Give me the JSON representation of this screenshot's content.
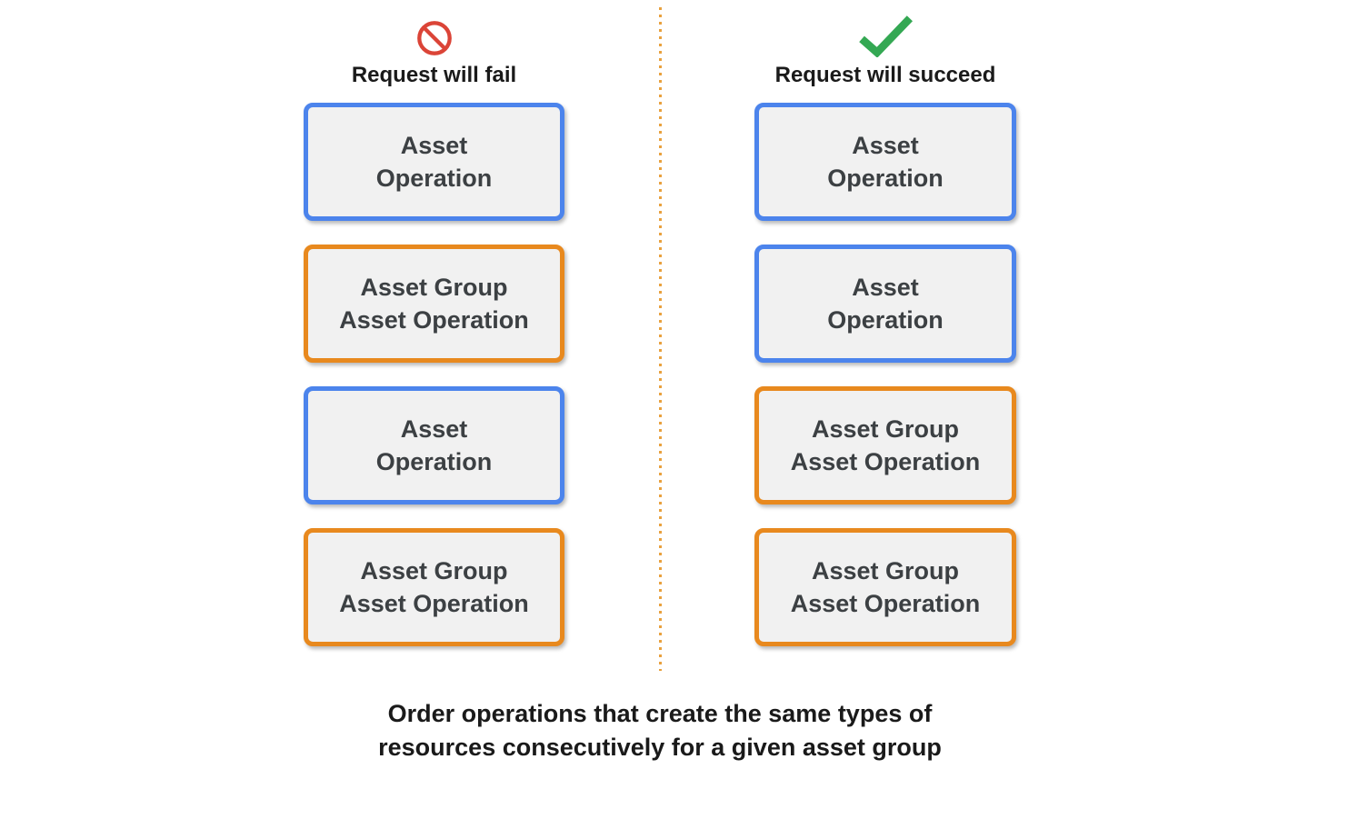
{
  "colors": {
    "blue_border": "#4c84ec",
    "orange_border": "#e8891e",
    "box_fill": "#f1f1f1",
    "box_text": "#3c4043",
    "fail_icon_red": "#db4437",
    "success_icon_green": "#34a853",
    "divider_orange": "#e9a13e",
    "heading_text": "#1a1a1a"
  },
  "fail_column": {
    "icon": "prohibited-icon",
    "title": "Request will fail",
    "boxes": [
      {
        "kind": "asset-op",
        "text": "Asset\nOperation"
      },
      {
        "kind": "asset-group-op",
        "text": "Asset Group\nAsset Operation"
      },
      {
        "kind": "asset-op",
        "text": "Asset\nOperation"
      },
      {
        "kind": "asset-group-op",
        "text": "Asset Group\nAsset Operation"
      }
    ]
  },
  "success_column": {
    "icon": "checkmark-icon",
    "title": "Request will succeed",
    "boxes": [
      {
        "kind": "asset-op",
        "text": "Asset\nOperation"
      },
      {
        "kind": "asset-op",
        "text": "Asset\nOperation"
      },
      {
        "kind": "asset-group-op",
        "text": "Asset Group\nAsset Operation"
      },
      {
        "kind": "asset-group-op",
        "text": "Asset Group\nAsset Operation"
      }
    ]
  },
  "caption": {
    "text": "Order operations that create the same types of\nresources consecutively for a given asset group"
  }
}
